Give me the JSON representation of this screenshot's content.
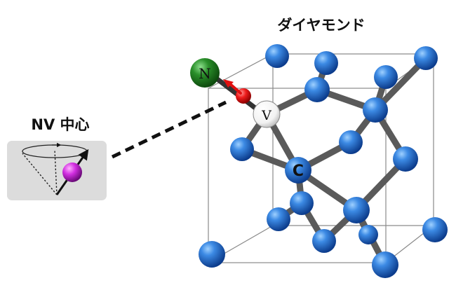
{
  "title": "ダイヤモンド",
  "nv_label": "NV 中心",
  "atoms": {
    "nitrogen": "N",
    "vacancy": "V",
    "carbon": "C"
  },
  "colors": {
    "carbon": "#1f63c8",
    "nitrogen": "#1a7a1a",
    "vacancy": "#ffffff",
    "electron": "#e01010",
    "spin": "#cc22dd",
    "bond": "#5a5a5a",
    "panel": "#dcdcdc"
  },
  "icons": {
    "spin_precession": "spin-precession-icon"
  }
}
